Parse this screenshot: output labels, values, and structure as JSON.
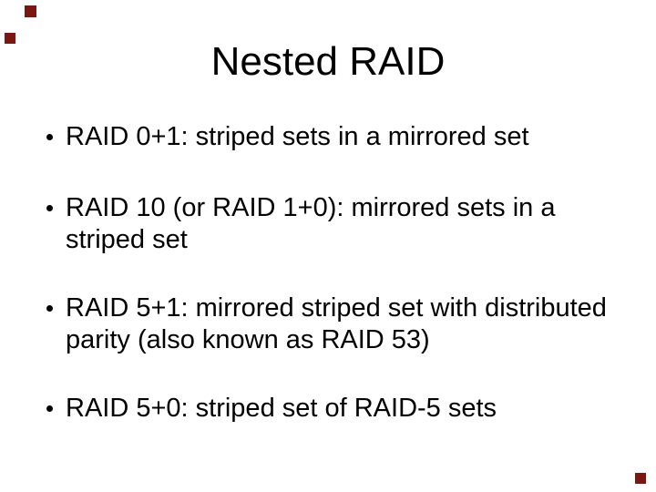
{
  "slide": {
    "title": "Nested RAID",
    "bullets": [
      {
        "line1": "RAID 0+1: striped sets in a mirrored set",
        "line2": ""
      },
      {
        "line1": "RAID 10 (or RAID 1+0): mirrored sets in a",
        "line2": "striped set"
      },
      {
        "line1": "RAID 5+1: mirrored striped set with distributed",
        "line2": "parity (also known as RAID 53)"
      },
      {
        "line1": "RAID 5+0: striped set of RAID-5 sets",
        "line2": ""
      }
    ],
    "bullet_glyph": "•",
    "colors": {
      "background": "#ffffff",
      "text": "#000000",
      "corner_mark": "#7a1712"
    }
  }
}
